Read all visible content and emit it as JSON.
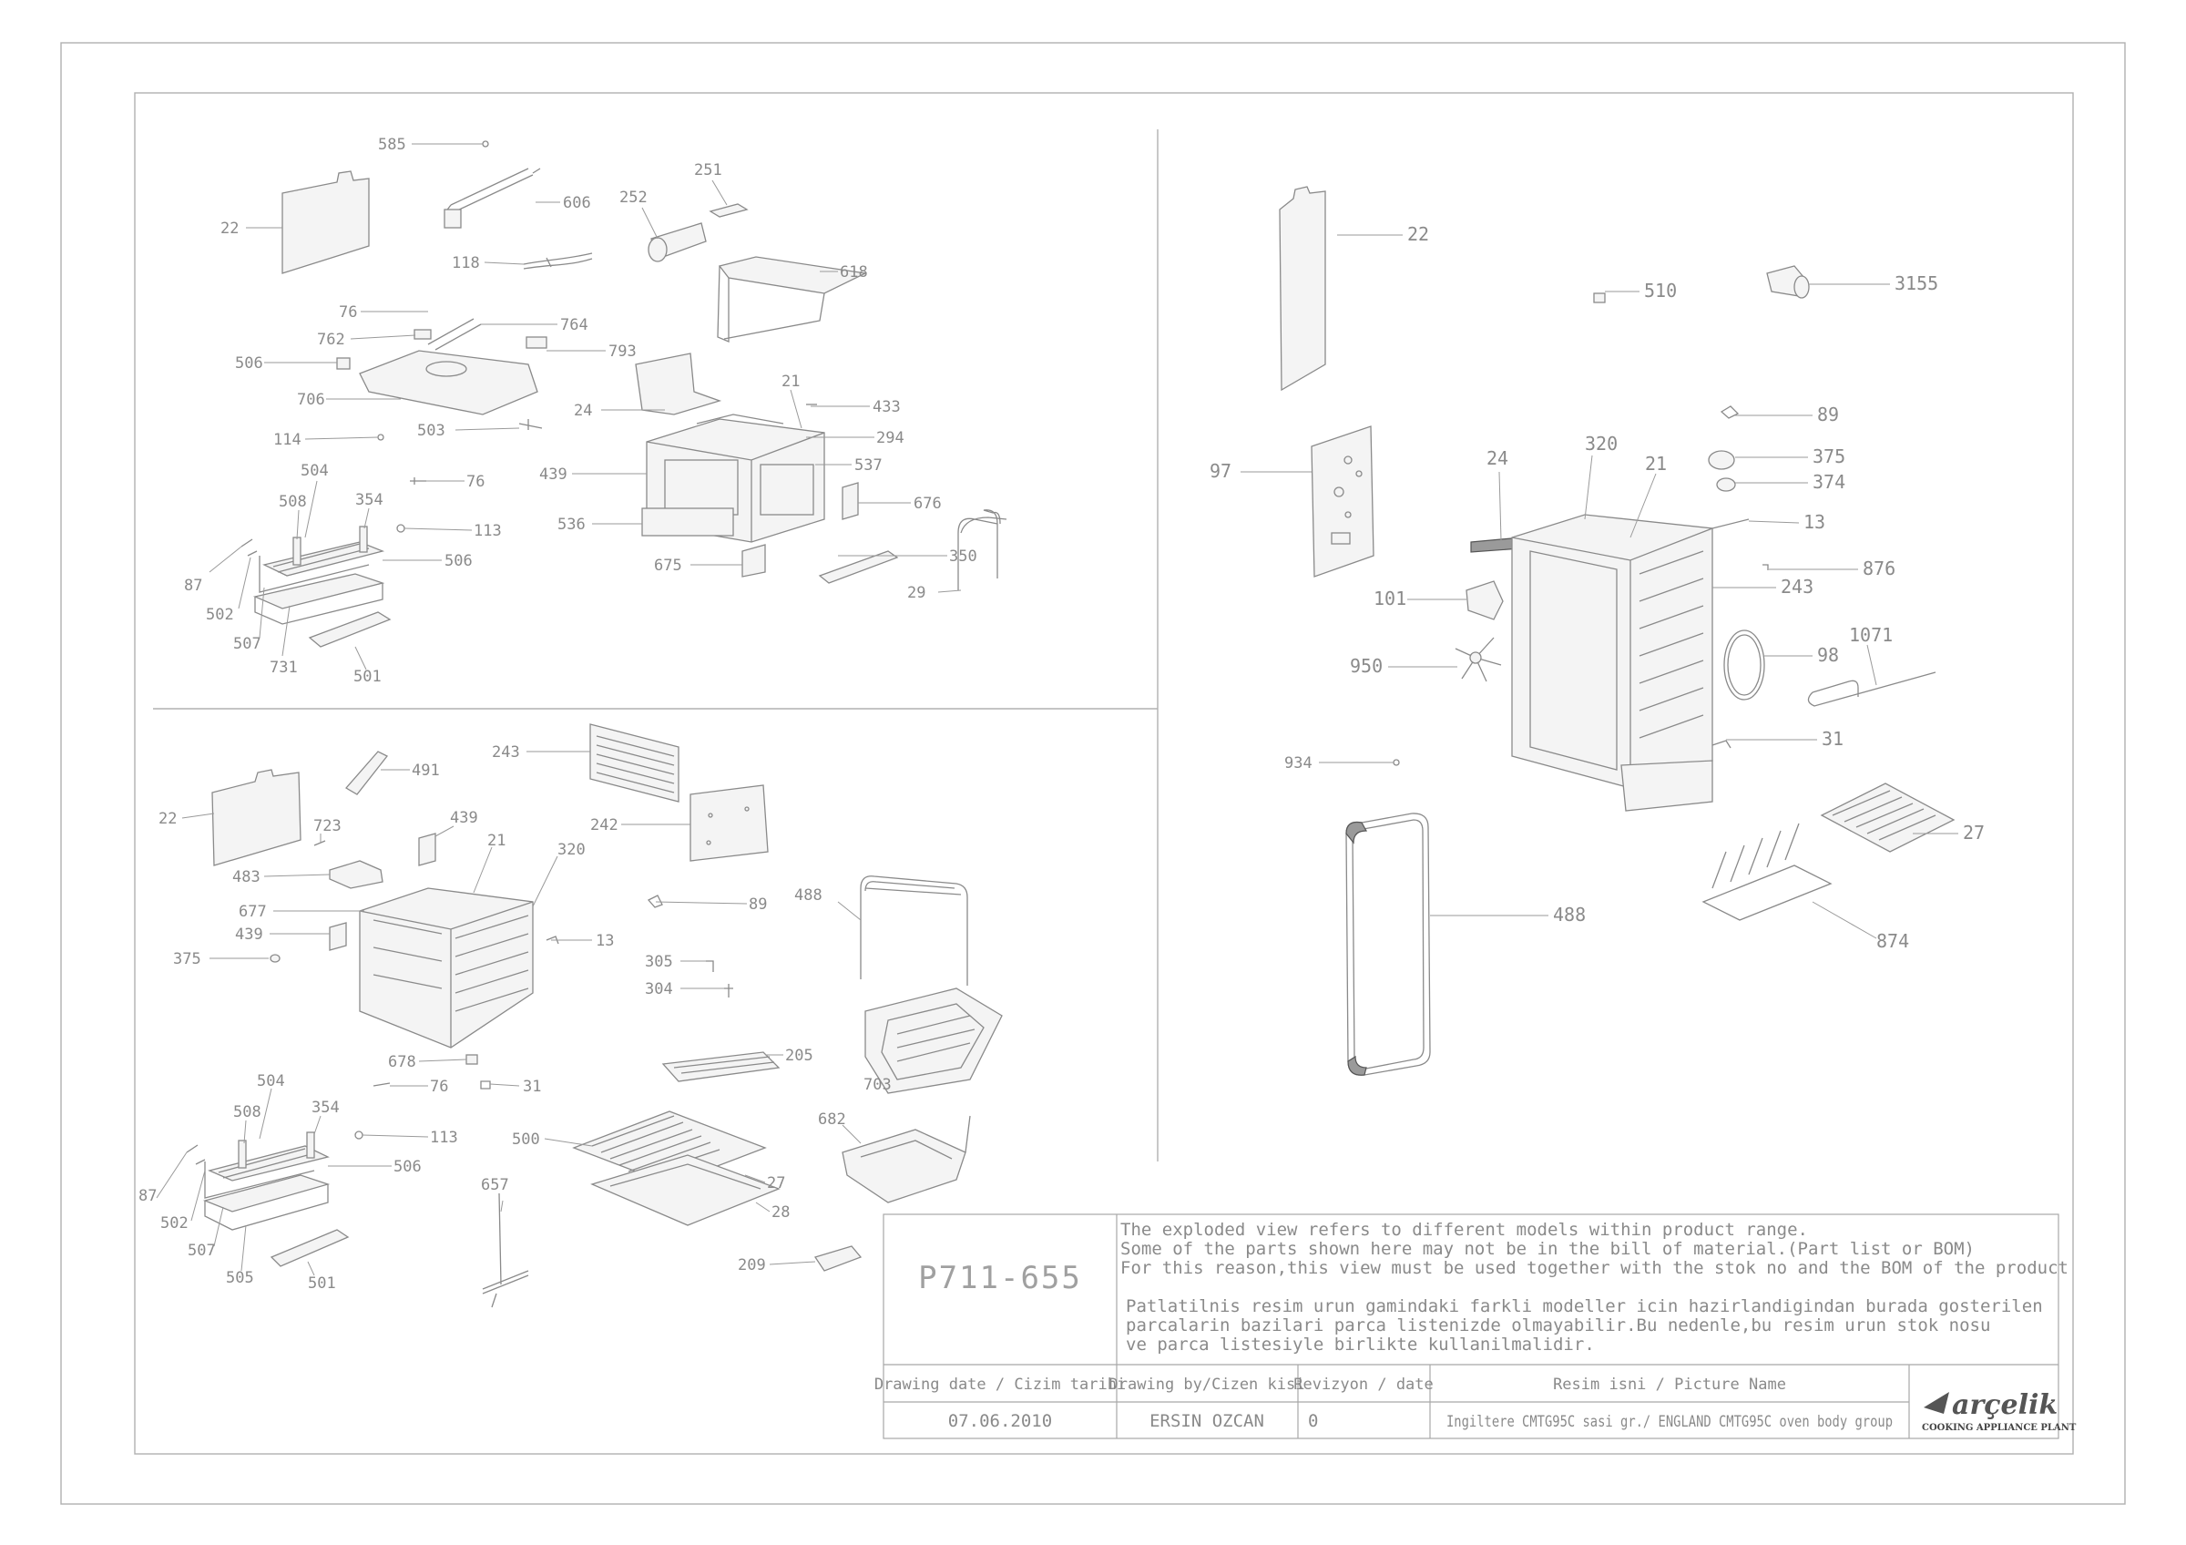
{
  "drawing_code": "P711-655",
  "notes": {
    "en": [
      "The exploded view refers to different models within product range.",
      "Some of the parts shown here may not be in the bill of material.(Part list or BOM)",
      "For this reason,this view must be used together with the stok no and the BOM of the product"
    ],
    "tr": [
      "Patlatilnis resim urun gamindaki farkli modeller icin hazirlandigindan burada gosterilen",
      "parcalarin bazilari parca listenizde olmayabilir.Bu nedenle,bu resim urun stok nosu",
      "ve parca listesiyle birlikte kullanilmalidir."
    ]
  },
  "title_block": {
    "headers": [
      "Drawing date / Cizim tarihi",
      "Drawing by/Cizen kisi",
      "Revizyon / date",
      "Resim isni / Picture Name"
    ],
    "values": [
      "07.06.2010",
      "ERSIN OZCAN",
      "0",
      "Ingiltere CMTG95C sasi gr./ ENGLAND CMTG95C oven body group"
    ]
  },
  "logo": {
    "brand": "arçelik",
    "subtitle": "COOKING APPLIANCE PLANT"
  },
  "callouts": {
    "top_left": [
      "585",
      "606",
      "252",
      "251",
      "22",
      "118",
      "618",
      "76",
      "762",
      "764",
      "793",
      "506",
      "706",
      "24",
      "21",
      "433",
      "503",
      "294",
      "114",
      "504",
      "439",
      "537",
      "76",
      "508",
      "354",
      "676",
      "113",
      "536",
      "87",
      "506",
      "675",
      "350",
      "502",
      "507",
      "29",
      "731",
      "501"
    ],
    "bottom_left": [
      "243",
      "22",
      "491",
      "242",
      "723",
      "439",
      "21",
      "320",
      "483",
      "677",
      "488",
      "89",
      "439",
      "13",
      "375",
      "305",
      "304",
      "205",
      "678",
      "504",
      "76",
      "31",
      "354",
      "508",
      "703",
      "113",
      "500",
      "682",
      "506",
      "27",
      "87",
      "28",
      "502",
      "657",
      "507",
      "505",
      "501",
      "209"
    ],
    "right": [
      "22",
      "510",
      "3155",
      "89",
      "97",
      "24",
      "320",
      "21",
      "375",
      "374",
      "13",
      "876",
      "243",
      "101",
      "98",
      "1071",
      "950",
      "31",
      "934",
      "27",
      "488",
      "874"
    ]
  }
}
